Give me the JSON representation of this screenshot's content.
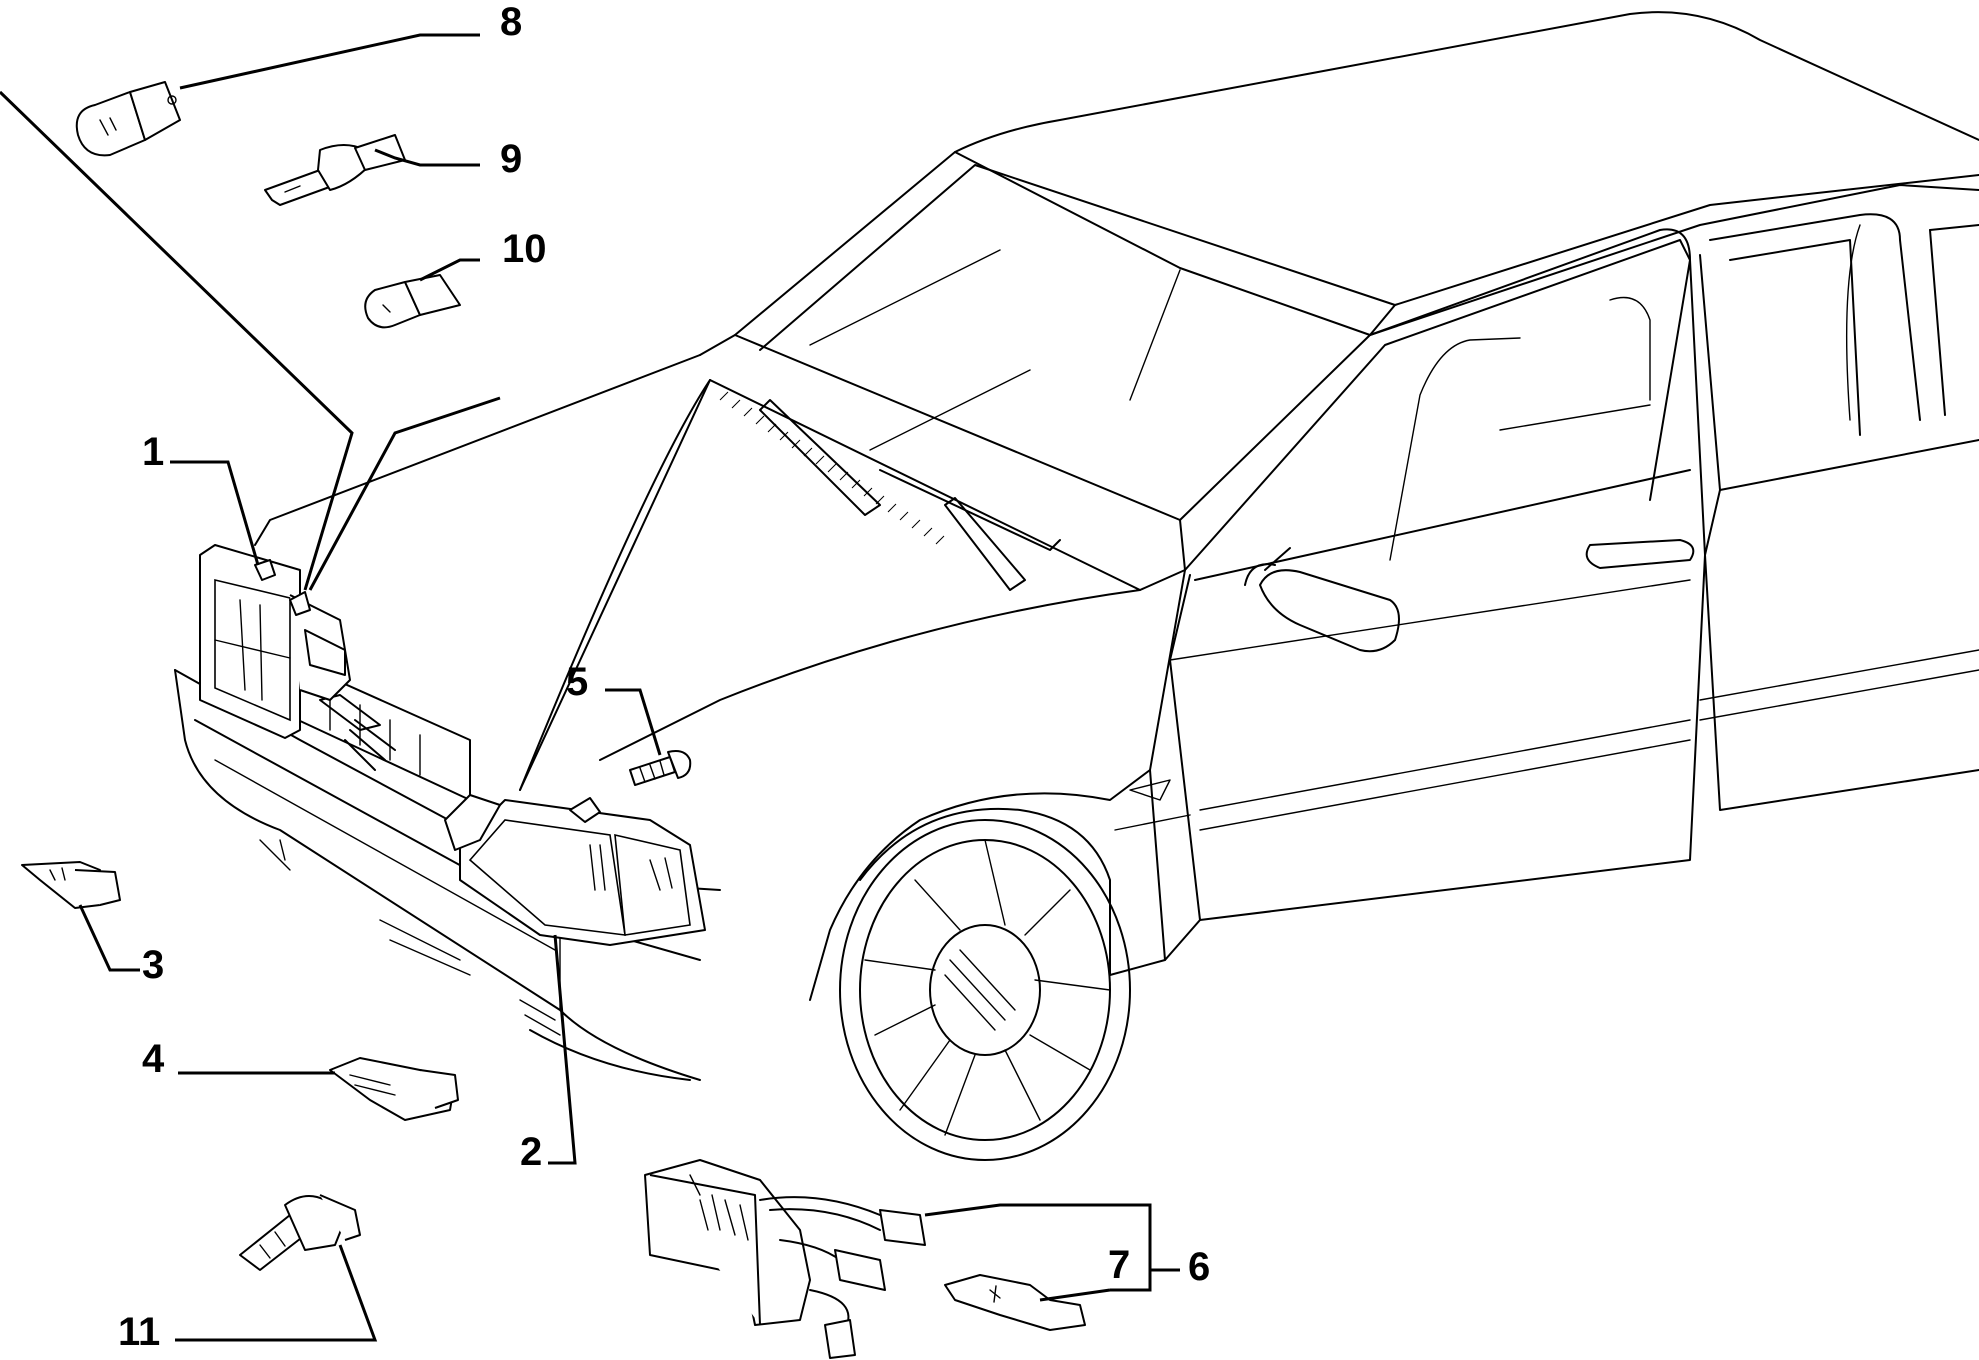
{
  "callouts": [
    {
      "id": "1",
      "label": "1"
    },
    {
      "id": "2",
      "label": "2"
    },
    {
      "id": "3",
      "label": "3"
    },
    {
      "id": "4",
      "label": "4"
    },
    {
      "id": "5",
      "label": "5"
    },
    {
      "id": "6",
      "label": "6"
    },
    {
      "id": "7",
      "label": "7"
    },
    {
      "id": "8",
      "label": "8"
    },
    {
      "id": "9",
      "label": "9"
    },
    {
      "id": "10",
      "label": "10"
    },
    {
      "id": "11",
      "label": "11"
    }
  ],
  "parts": {
    "car": "car-body",
    "headlamp_left": "headlamp-assembly",
    "headlamp_right": "headlamp-with-corner-lamp",
    "bulb_socket_3": "bulb-socket",
    "bulb_socket_4": "bulb-socket",
    "screw_5": "adjusting-screw",
    "harness_6": "wiring-harness-connector",
    "connector_7": "connector-clip",
    "bulb_8": "bayonet-bulb",
    "bulb_9": "halogen-bulb-h1",
    "bulb_10": "small-bayonet-bulb",
    "bulb_11": "halogen-bulb-h4"
  }
}
